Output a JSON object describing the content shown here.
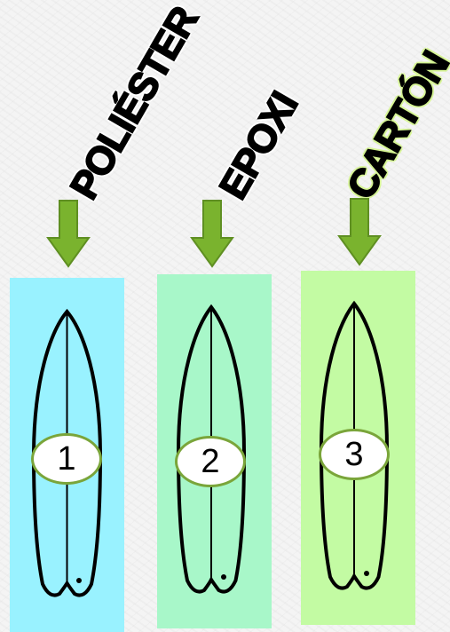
{
  "labels": [
    "POLIÉSTER",
    "EPOXI",
    "CARTÓN"
  ],
  "badges": [
    "1",
    "2",
    "3"
  ],
  "colors": {
    "panel_1": "#99f2ff",
    "panel_2": "#a8f7c9",
    "panel_3": "#c3fba3",
    "arrow": "#7ab32e",
    "arrow_border": "#5f8f22",
    "badge_border": "#7aa53a"
  }
}
